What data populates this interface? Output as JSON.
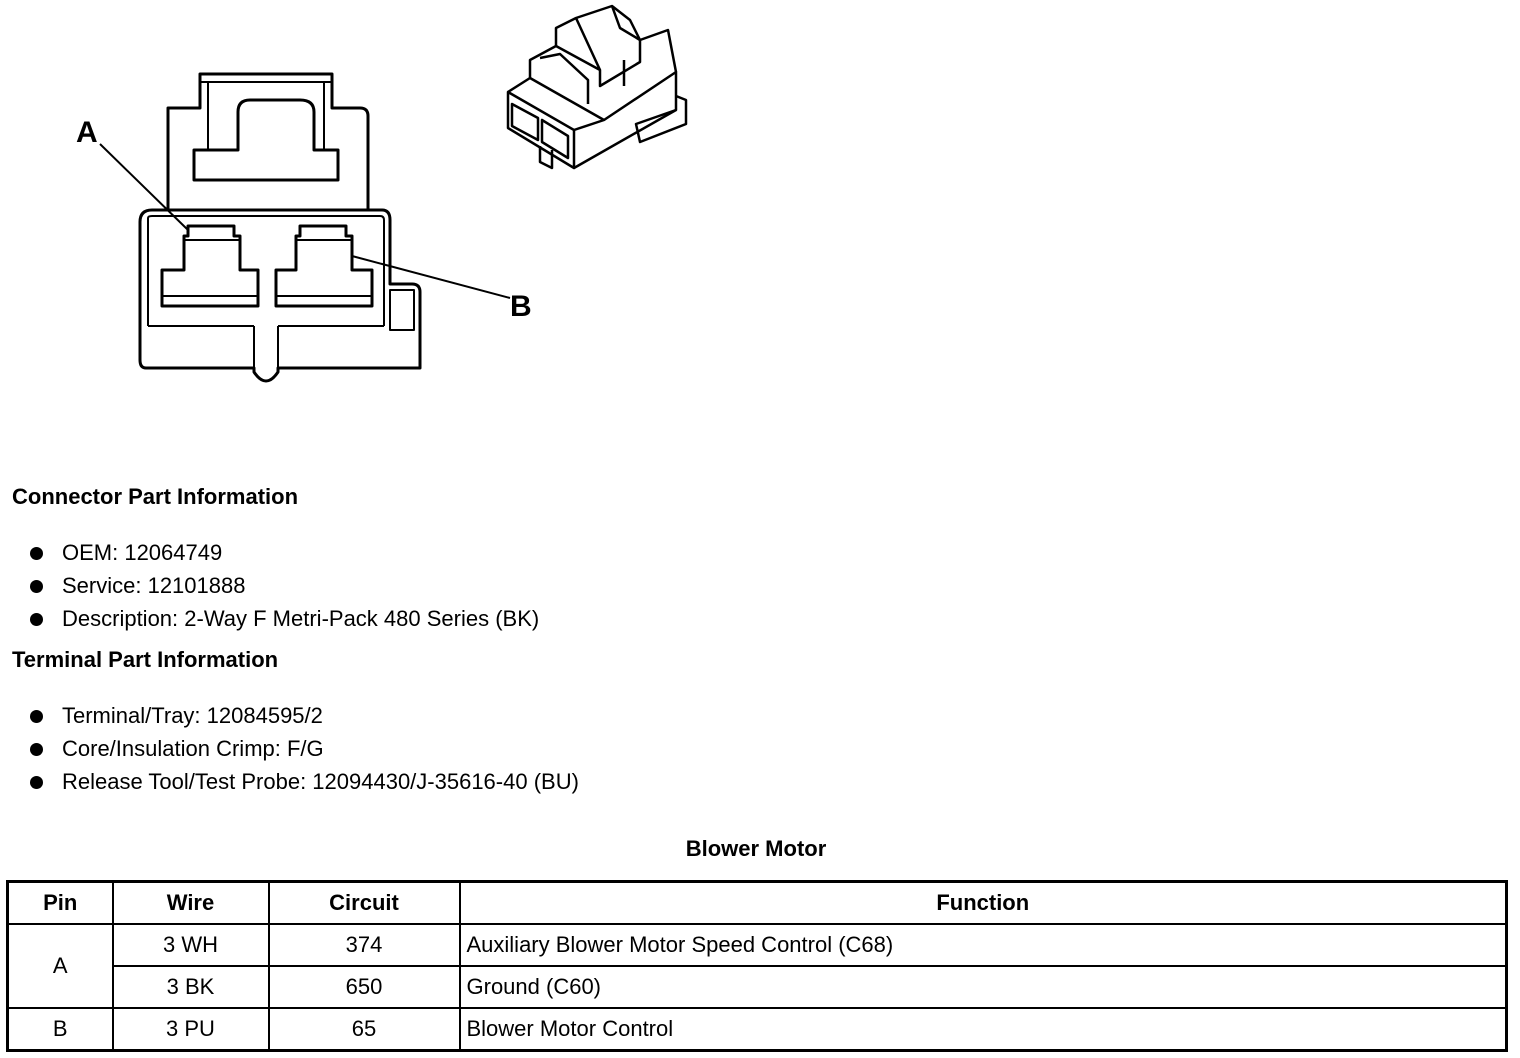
{
  "diagram": {
    "pin_a_label": "A",
    "pin_b_label": "B"
  },
  "connector_section": {
    "title": "Connector Part Information",
    "items": [
      "OEM: 12064749",
      "Service: 12101888",
      "Description: 2-Way F Metri-Pack 480 Series (BK)"
    ]
  },
  "terminal_section": {
    "title": "Terminal Part Information",
    "items": [
      "Terminal/Tray: 12084595/2",
      "Core/Insulation Crimp: F/G",
      "Release Tool/Test Probe: 12094430/J-35616-40 (BU)"
    ]
  },
  "table": {
    "title": "Blower Motor",
    "headers": [
      "Pin",
      "Wire",
      "Circuit",
      "Function"
    ],
    "rows": [
      {
        "pin": "A",
        "wire": "3 WH",
        "circuit": "374",
        "function": "Auxiliary Blower Motor Speed Control (C68)"
      },
      {
        "pin": "",
        "wire": "3 BK",
        "circuit": "650",
        "function": "Ground (C60)"
      },
      {
        "pin": "B",
        "wire": "3 PU",
        "circuit": "65",
        "function": "Blower Motor Control"
      }
    ]
  }
}
